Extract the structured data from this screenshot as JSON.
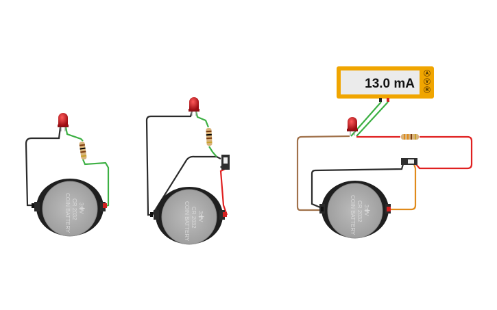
{
  "multimeter": {
    "reading": "13.0 mA",
    "modes": [
      "A",
      "V",
      "R"
    ]
  },
  "battery": {
    "line1": "COIN BATTERY",
    "line2": "CR 2032",
    "line3": "3.0V",
    "plus": "+"
  },
  "colors": {
    "wire_black": "#2b2b2b",
    "wire_green": "#3cb043",
    "wire_red": "#e02020",
    "wire_brown": "#a0714a",
    "wire_orange": "#e08a1a",
    "led_red": "#c8161d",
    "multimeter_frame": "#f0a500"
  }
}
